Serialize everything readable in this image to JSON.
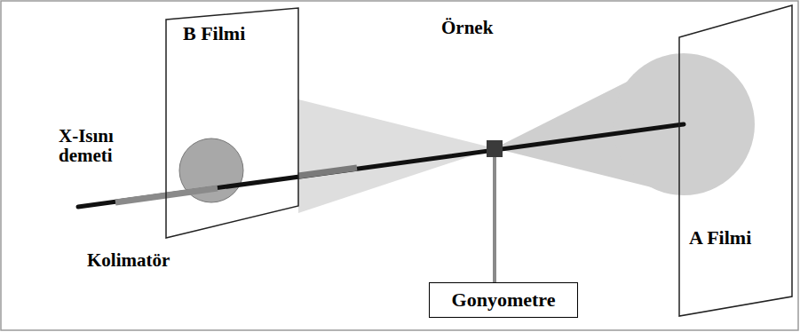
{
  "diagram": {
    "nodes": [
      {
        "text": [
          "B Filmi"
        ]
      },
      {
        "text": [
          "A Filmi"
        ]
      },
      {
        "text": [
          "Gonyometre"
        ]
      }
    ],
    "labels": [
      "X-Isını demeti",
      "Kolimatör",
      "Örnek"
    ]
  }
}
